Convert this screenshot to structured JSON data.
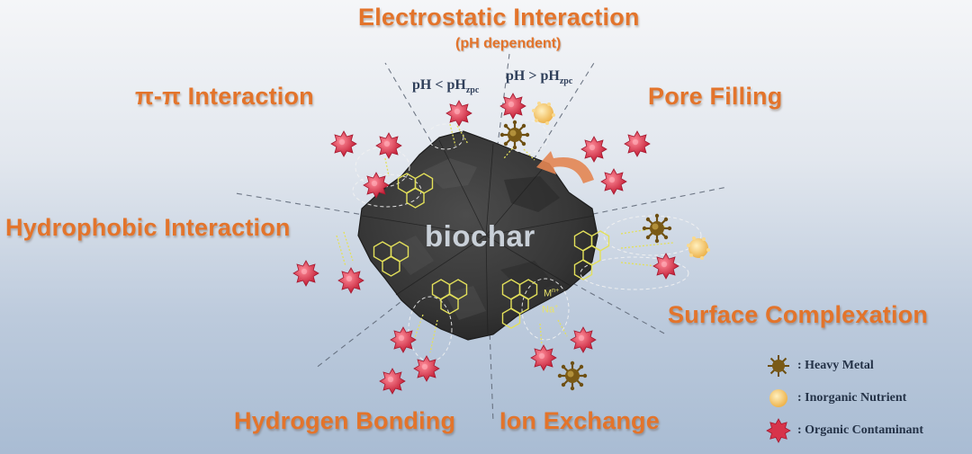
{
  "mechanisms": {
    "electrostatic": "Electrostatic Interaction",
    "electrostatic_sub": "(pH dependent)",
    "pi_pi": "π-π Interaction",
    "pore_filling": "Pore Filling",
    "hydrophobic": "Hydrophobic Interaction",
    "surface_complexation": "Surface Complexation",
    "hydrogen_bonding": "Hydrogen Bonding",
    "ion_exchange": "Ion Exchange"
  },
  "ph_conditions": {
    "lt": {
      "prefix": "pH < pH",
      "subscript": "zpc"
    },
    "gt": {
      "prefix": "pH > pH",
      "subscript": "zpc"
    }
  },
  "center_label": "biochar",
  "ions": {
    "metal": "M",
    "metal_charge": "n+",
    "sodium": "Na",
    "sodium_charge": "+"
  },
  "legend": [
    {
      "key": "heavy_metal",
      "label": ": Heavy Metal",
      "icon": "heavy-metal-icon",
      "color": "#7a5a16"
    },
    {
      "key": "inorganic_nutrient",
      "label": ": Inorganic Nutrient",
      "icon": "inorganic-nutrient-icon",
      "color": "#f6c86a"
    },
    {
      "key": "organic_contaminant",
      "label": ": Organic Contaminant",
      "icon": "organic-contaminant-icon",
      "color": "#d7334a"
    }
  ],
  "colors": {
    "accent": "#e3742b",
    "biochar": "#3a3a3a",
    "bond": "#e3e05a"
  }
}
